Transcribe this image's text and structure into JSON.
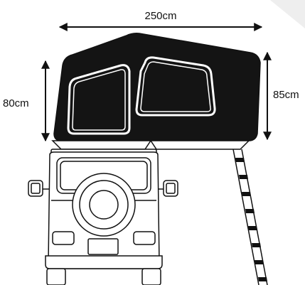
{
  "diagram": {
    "dimensions": {
      "width_label": "250cm",
      "front_height_label": "80cm",
      "rear_height_label": "85cm"
    },
    "colors": {
      "ink": "#111111",
      "tent_fill": "#141414",
      "background": "#ffffff",
      "corner_shade": "#eeeeee"
    }
  }
}
